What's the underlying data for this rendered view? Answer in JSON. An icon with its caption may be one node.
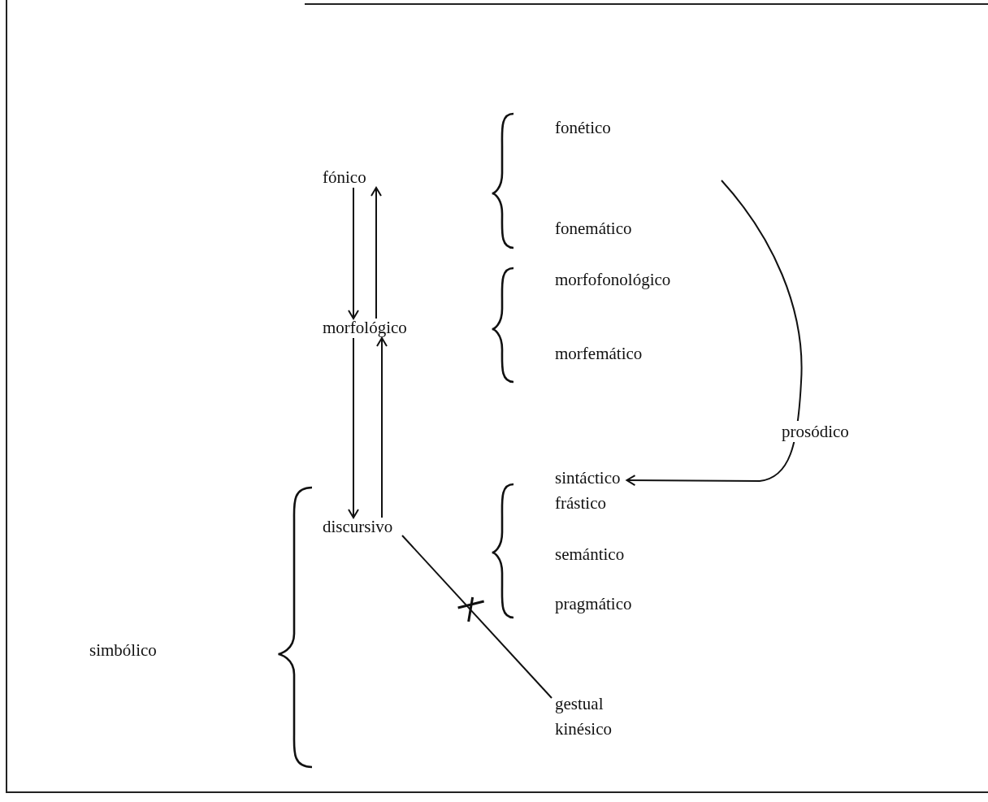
{
  "diagram": {
    "nodes": [
      {
        "text": [
          "fónico"
        ]
      },
      {
        "text": [
          "morfológico"
        ]
      },
      {
        "text": [
          "discursivo"
        ]
      },
      {
        "text": [
          "fonético"
        ]
      },
      {
        "text": [
          "fonemático"
        ]
      },
      {
        "text": [
          "morfofonológico"
        ]
      },
      {
        "text": [
          "morfemático"
        ]
      },
      {
        "text": [
          "sintáctico frástico"
        ]
      },
      {
        "text": [
          "semántico"
        ]
      },
      {
        "text": [
          "pragmático"
        ]
      },
      {
        "text": [
          "gestual kinésico"
        ]
      },
      {
        "text": [
          "simbólico"
        ]
      }
    ],
    "edges": [
      {
        "from": 0,
        "to": 1,
        "arrow": "to"
      },
      {
        "from": 1,
        "to": 0,
        "arrow": "to"
      },
      {
        "from": 1,
        "to": 2,
        "arrow": "to"
      },
      {
        "from": 2,
        "to": 1,
        "arrow": "to"
      },
      {
        "from": 2,
        "to": 10,
        "arrow": "none"
      },
      {
        "from": null,
        "to": 7,
        "arrow": "to",
        "label": "prosódico"
      }
    ]
  }
}
